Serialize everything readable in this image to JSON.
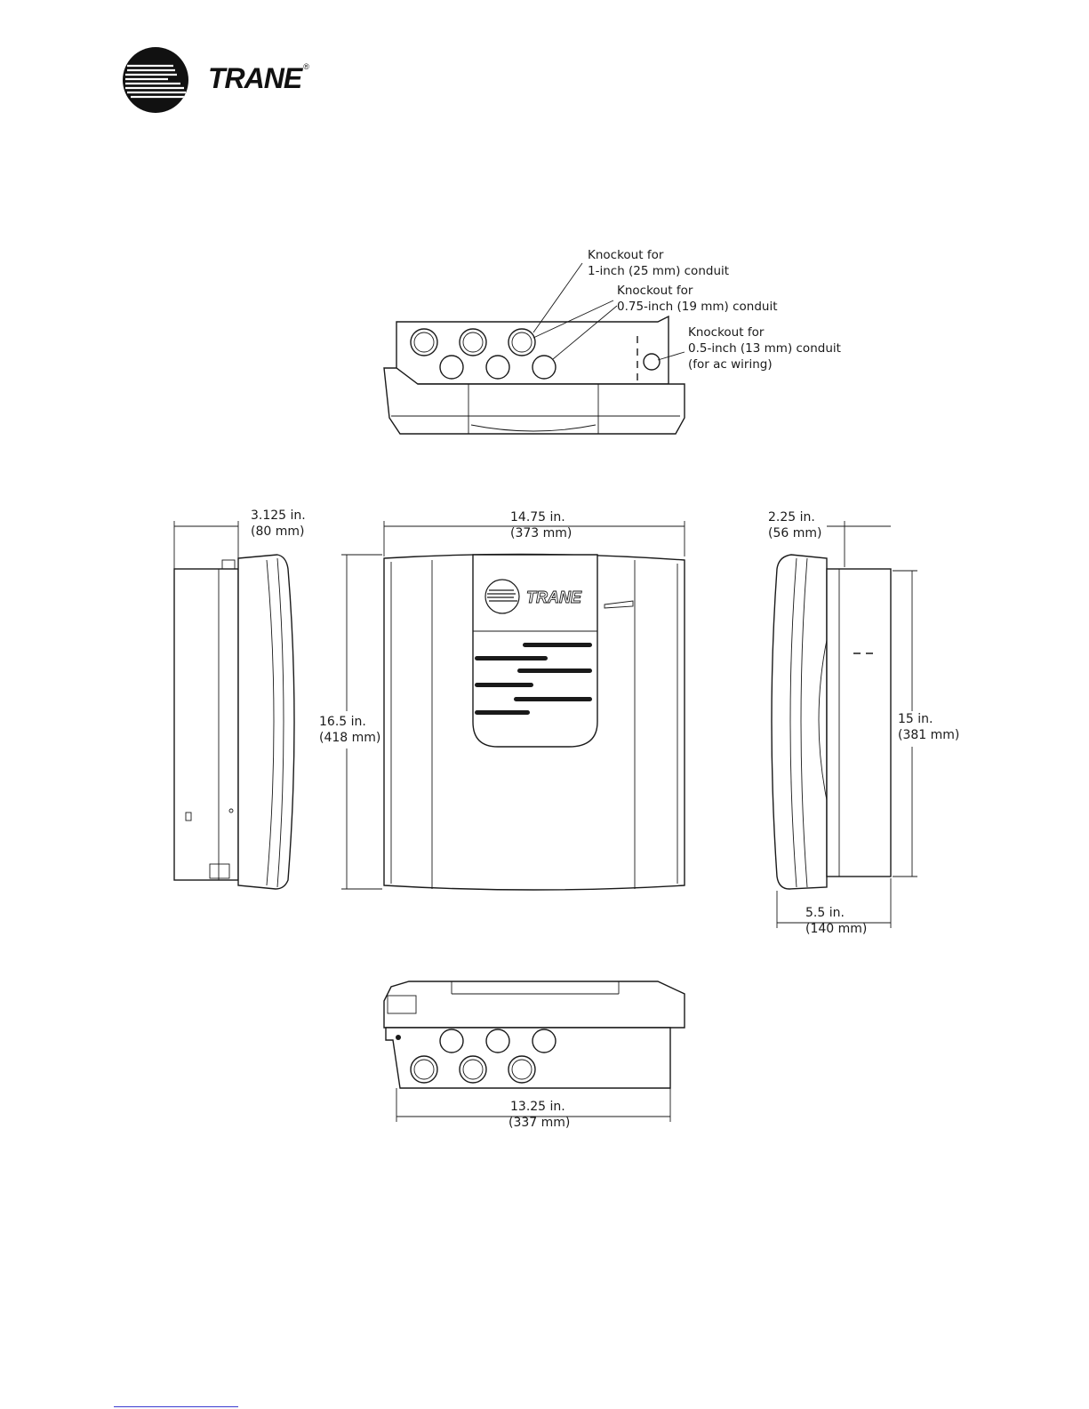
{
  "brand": {
    "name": "TRANE",
    "registered": "®"
  },
  "top_view": {
    "callouts": [
      {
        "line1": "Knockout for",
        "line2": "1-inch (25 mm) conduit"
      },
      {
        "line1": "Knockout for",
        "line2": "0.75-inch (19 mm) conduit"
      },
      {
        "line1": "Knockout for",
        "line2": "0.5-inch (13 mm) conduit",
        "line3": "(for ac wiring)"
      }
    ]
  },
  "left_view": {
    "depth_in": "3.125  in.",
    "depth_mm": "(80 mm)"
  },
  "front_view": {
    "width_in": "14.75 in.",
    "width_mm": "(373 mm)",
    "height_in": "16.5 in.",
    "height_mm": "(418 mm)",
    "badge_text": "TRANE"
  },
  "right_view": {
    "cover_in": "2.25 in.",
    "cover_mm": "(56 mm)",
    "height_in": "15 in.",
    "height_mm": "(381 mm)",
    "depth_in": "5.5 in.",
    "depth_mm": "(140 mm)"
  },
  "bottom_view": {
    "width_in": "13.25  in.",
    "width_mm": "(337 mm)"
  }
}
